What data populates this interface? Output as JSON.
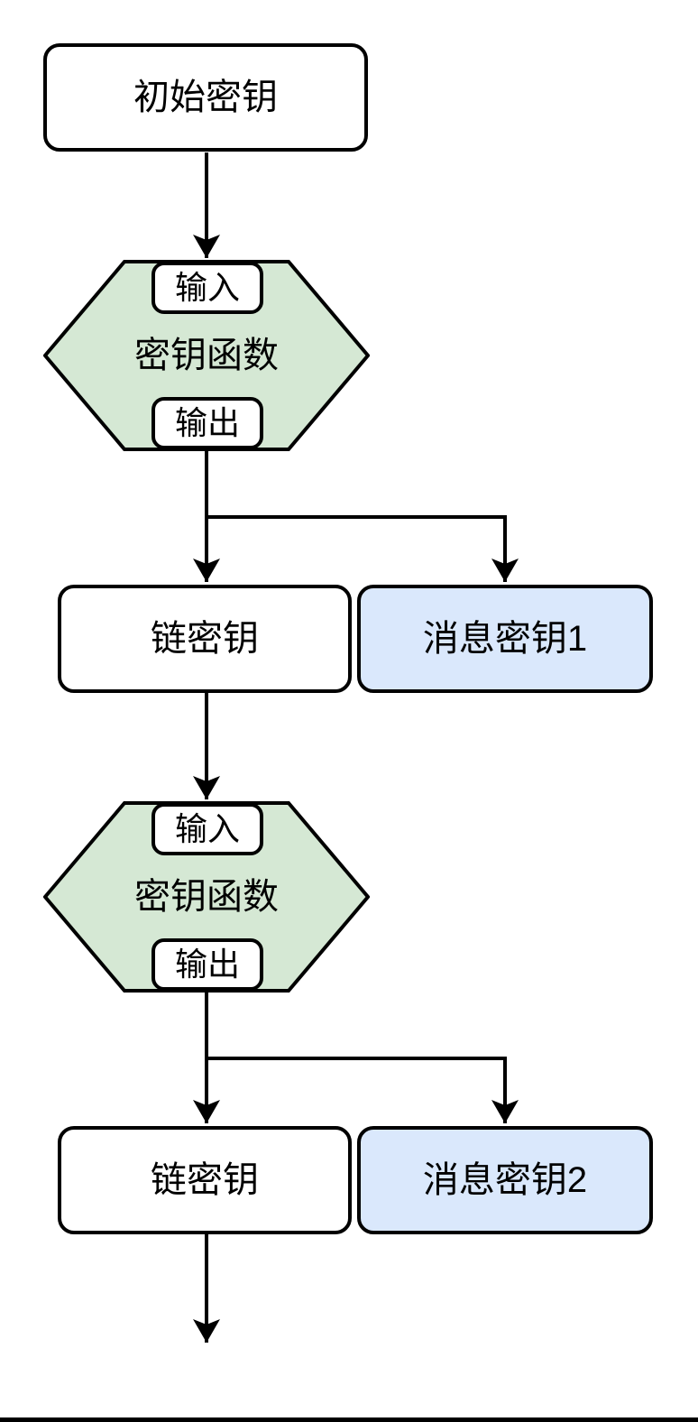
{
  "diagram": {
    "colors": {
      "stroke": "#000000",
      "background": "#ffffff",
      "kdf_hexagon_fill": "#d5e8d4",
      "message_key_fill": "#dae8fc",
      "plain_node_fill": "#ffffff"
    },
    "initial_key": {
      "label": "初始密钥"
    },
    "kdf_blocks": [
      {
        "input": "输入",
        "label": "密钥函数",
        "output": "输出"
      },
      {
        "input": "输入",
        "label": "密钥函数",
        "output": "输出"
      }
    ],
    "rows": [
      {
        "chain_key": "链密钥",
        "message_key": "消息密钥1"
      },
      {
        "chain_key": "链密钥",
        "message_key": "消息密钥2"
      }
    ]
  }
}
